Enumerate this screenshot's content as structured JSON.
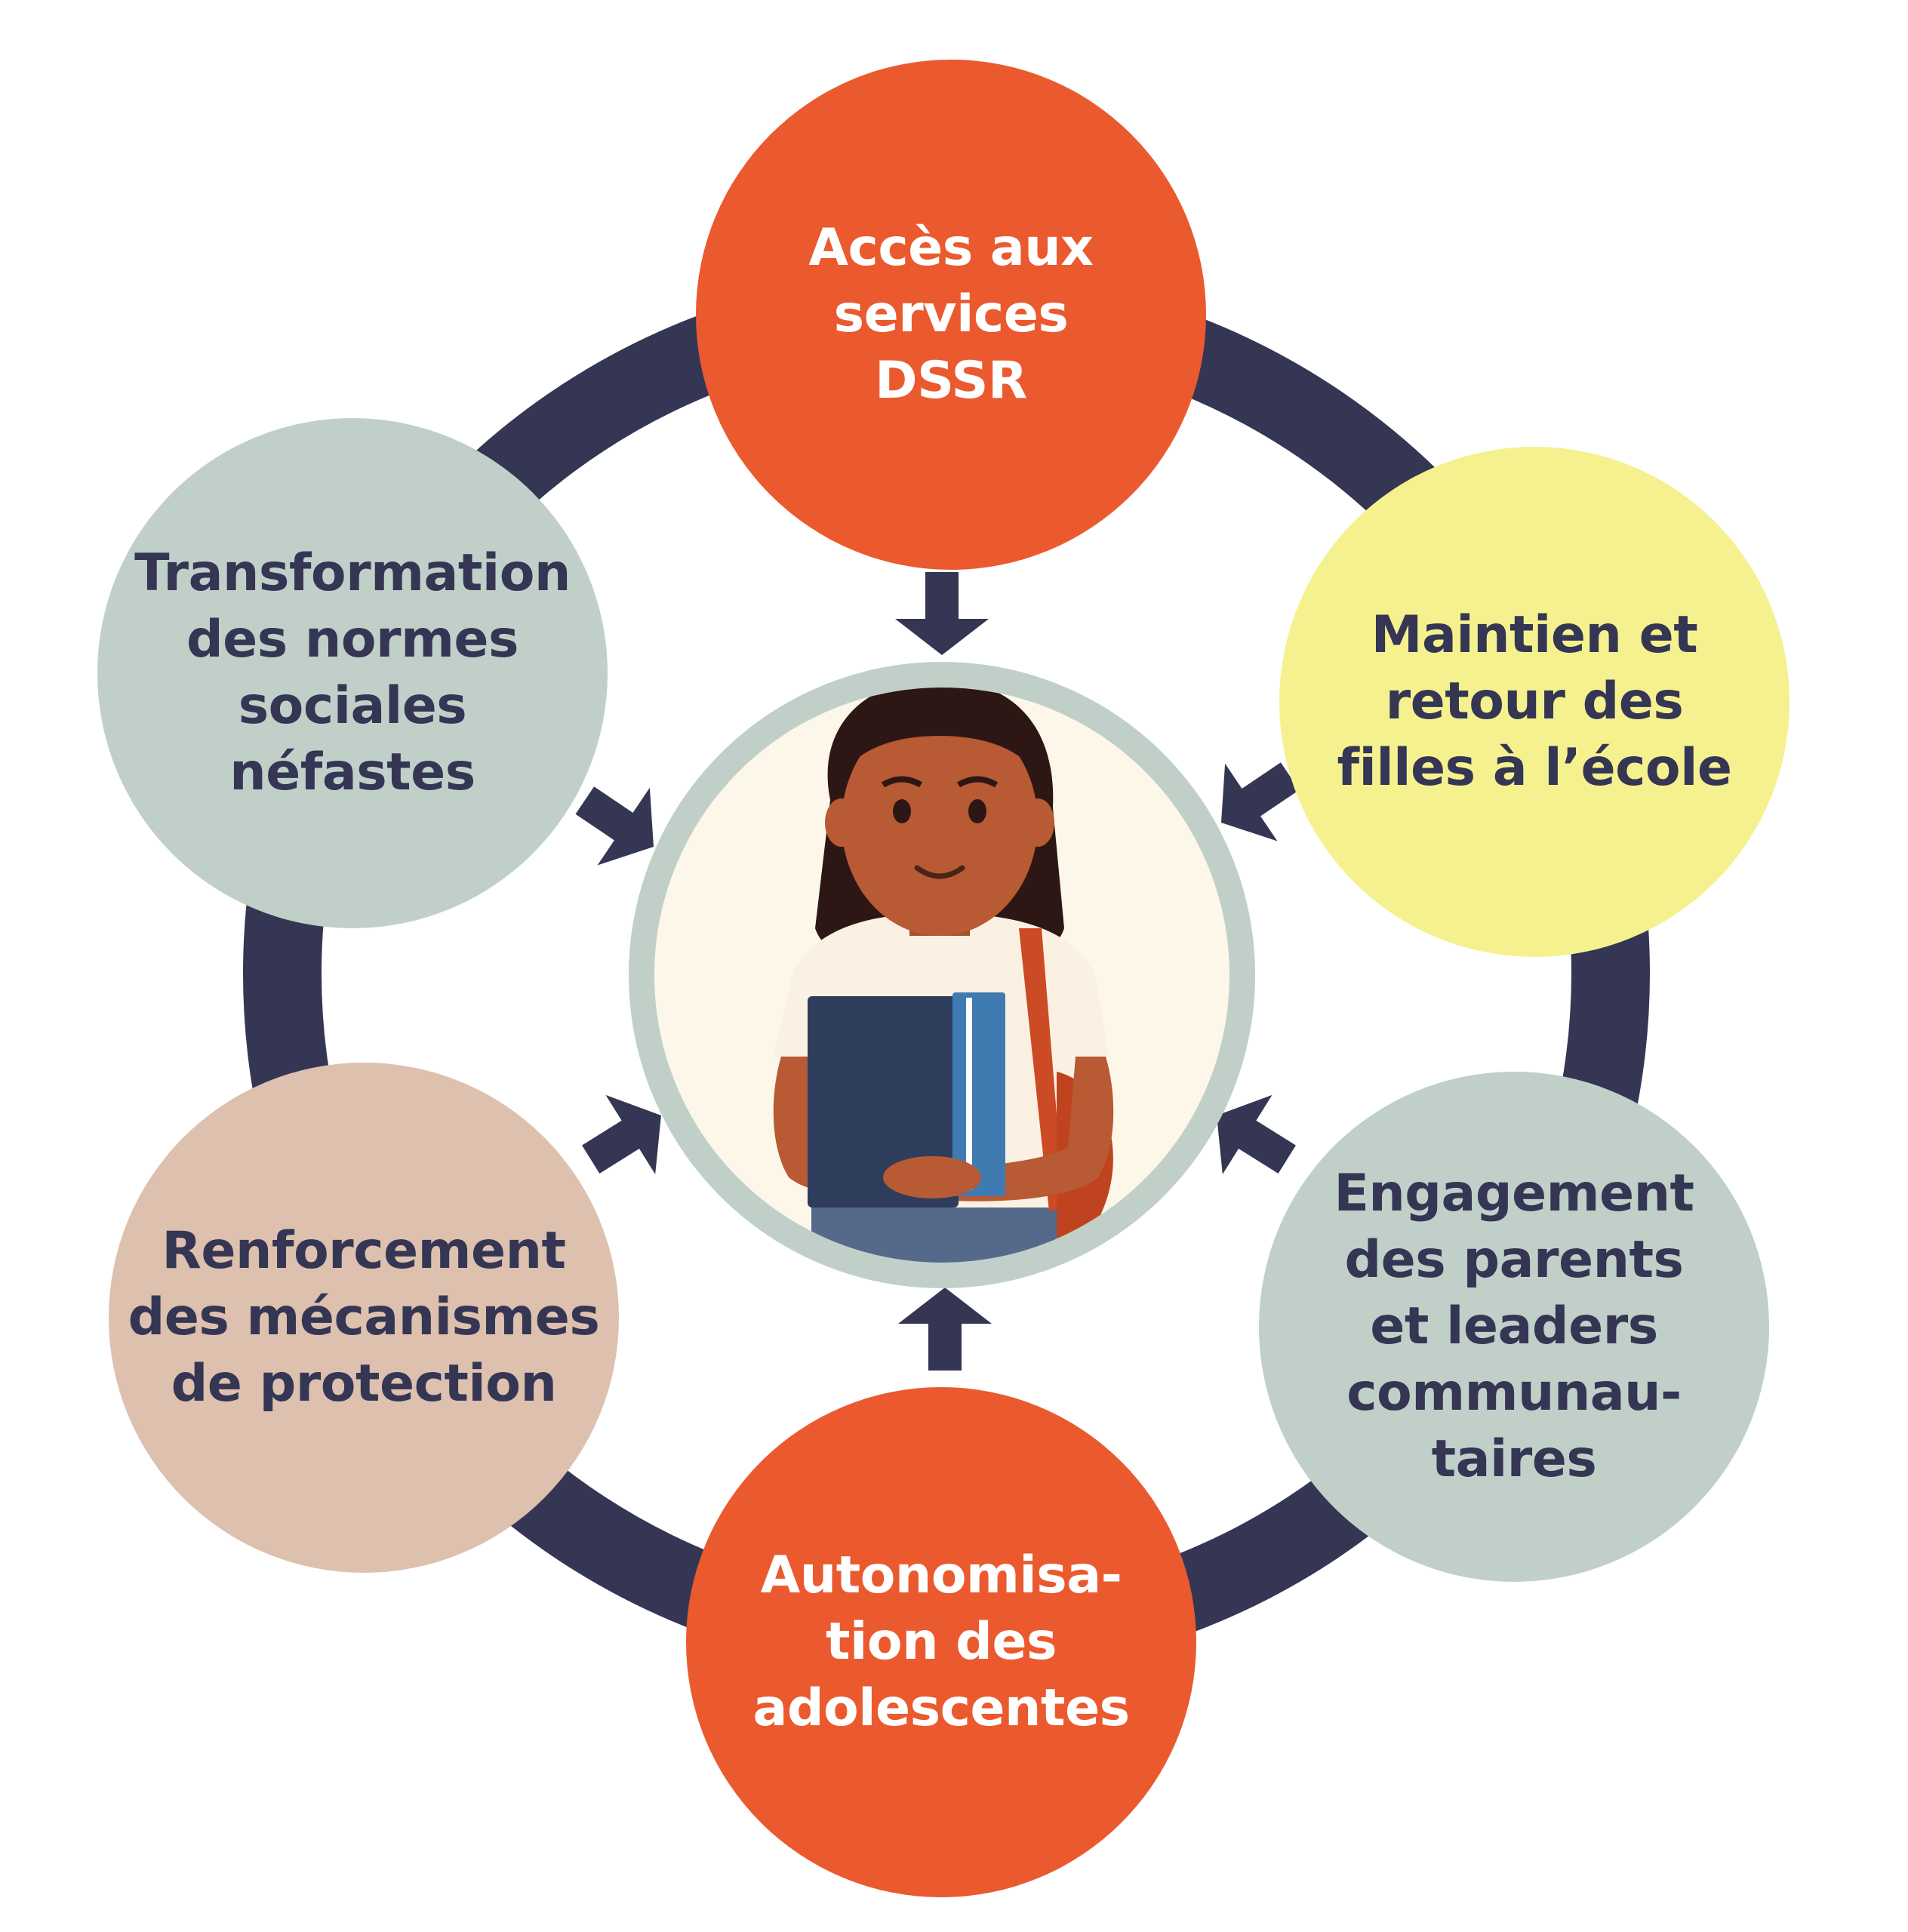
{
  "colors": {
    "ring": "#343654",
    "orange": "#ea5a2e",
    "yellow": "#f6f18f",
    "sage": "#c0d0c9",
    "tan": "#ddc0ae",
    "center_bg": "#fdf7ea",
    "center_ring": "#c0d0c9",
    "text_dark": "#343654",
    "text_light": "#ffffff"
  },
  "center": {
    "illustration": "schoolgirl-holding-books"
  },
  "nodes": [
    {
      "id": "top",
      "label": "Accès aux\nservices\nDSSR",
      "fill": "orange",
      "text": "light"
    },
    {
      "id": "upper-right",
      "label": "Maintien et\nretour des\nfilles à l’école",
      "fill": "yellow",
      "text": "dark"
    },
    {
      "id": "lower-right",
      "label": "Engagement\ndes parents\net leaders\ncommunau-\ntaires",
      "fill": "sage",
      "text": "dark"
    },
    {
      "id": "bottom",
      "label": "Autonomisa-\ntion des\nadolescentes",
      "fill": "orange",
      "text": "light"
    },
    {
      "id": "lower-left",
      "label": "Renforcement\ndes mécanismes\nde protection",
      "fill": "tan",
      "text": "dark"
    },
    {
      "id": "upper-left",
      "label": "Transformation\ndes normes\nsociales\nnéfastes",
      "fill": "sage",
      "text": "dark"
    }
  ]
}
